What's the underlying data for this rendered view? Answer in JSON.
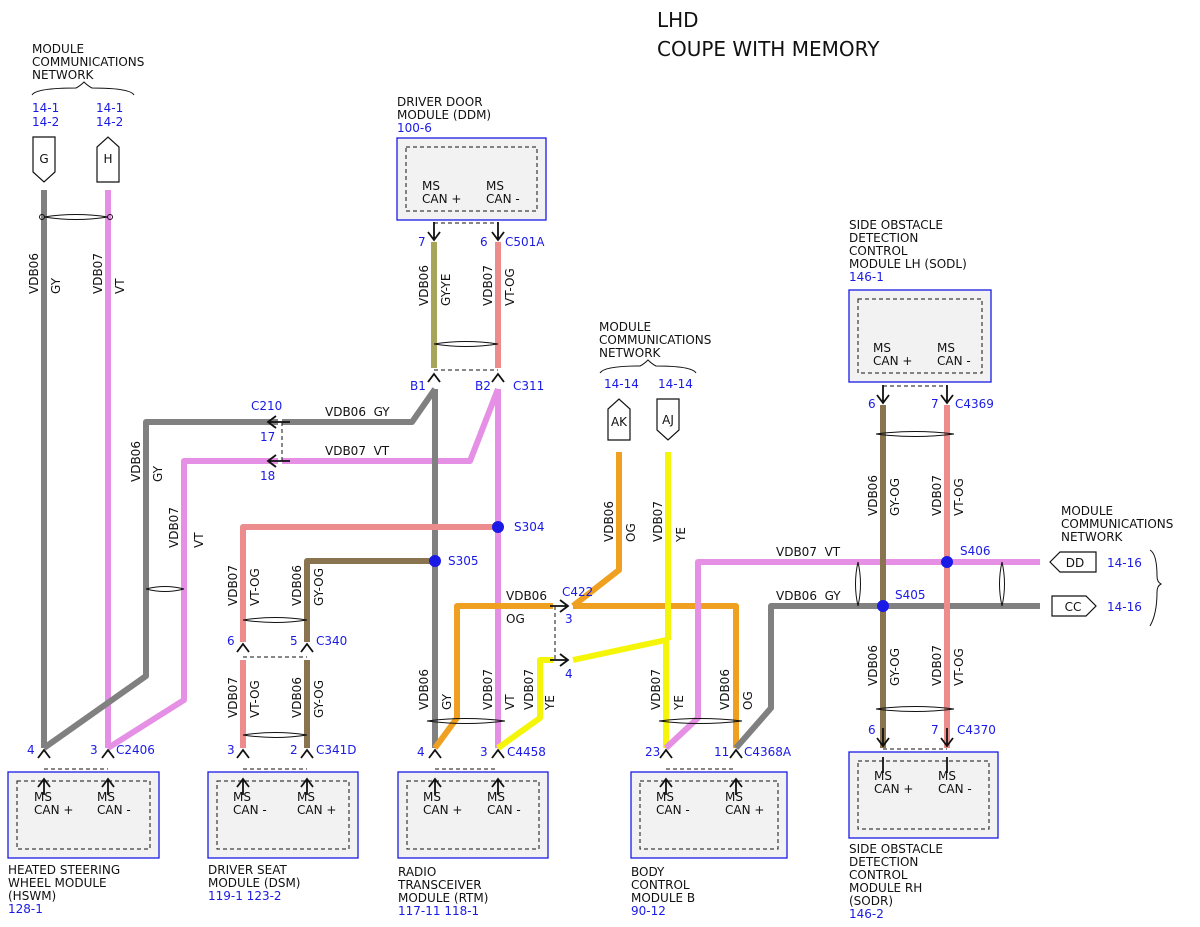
{
  "title_lines": [
    "LHD",
    "COUPE WITH MEMORY"
  ],
  "colors": {
    "GY": "#808080",
    "VT": "#e58fe5",
    "YE": "#f5f50a",
    "OG": "#f0a020",
    "GY-YE": "#a7a55a",
    "VT-OG": "#ec8c8c",
    "GY-OG": "#8a7450",
    "splice": "#1a1ae6",
    "link": "#1a1ae6"
  },
  "mcn_top": {
    "label_lines": [
      "MODULE",
      "COMMUNICATIONS",
      "NETWORK"
    ],
    "refs": [
      [
        "14-1",
        "14-2"
      ],
      [
        "14-1",
        "14-2"
      ]
    ],
    "connectors": [
      "G",
      "H"
    ]
  },
  "mcn_mid": {
    "label_lines": [
      "MODULE",
      "COMMUNICATIONS",
      "NETWORK"
    ],
    "refs": [
      "14-14",
      "14-14"
    ],
    "connectors": [
      "AK",
      "AJ"
    ]
  },
  "mcn_right": {
    "label_lines": [
      "MODULE",
      "COMMUNICATIONS",
      "NETWORK"
    ],
    "connectors": [
      "DD",
      "CC"
    ],
    "refs": [
      "14-16",
      "14-16"
    ]
  },
  "ddm": {
    "label_lines": [
      "DRIVER DOOR",
      "MODULE (DDM)"
    ],
    "ref": "100-6",
    "pins": [
      [
        "MS",
        "CAN +"
      ],
      [
        "MS",
        "CAN -"
      ]
    ],
    "pin_nums": [
      "7",
      "6"
    ],
    "connector": "C501A"
  },
  "sodl": {
    "label_lines": [
      "SIDE OBSTACLE",
      "DETECTION",
      "CONTROL",
      "MODULE LH (SODL)"
    ],
    "ref": "146-1",
    "pins": [
      [
        "MS",
        "CAN +"
      ],
      [
        "MS",
        "CAN -"
      ]
    ],
    "pin_nums": [
      "6",
      "7"
    ],
    "connector": "C4369"
  },
  "sodr": {
    "label_lines": [
      "SIDE OBSTACLE",
      "DETECTION",
      "CONTROL",
      "MODULE RH",
      "(SODR)"
    ],
    "ref": "146-2",
    "pins": [
      [
        "MS",
        "CAN +"
      ],
      [
        "MS",
        "CAN -"
      ]
    ],
    "pin_nums": [
      "6",
      "7"
    ],
    "connector": "C4370"
  },
  "hswm": {
    "label_lines": [
      "HEATED STEERING",
      "WHEEL MODULE",
      "(HSWM)"
    ],
    "ref": "128-1",
    "pins": [
      [
        "MS",
        "CAN +"
      ],
      [
        "MS",
        "CAN -"
      ]
    ],
    "pin_nums": [
      "4",
      "3"
    ],
    "connector": "C2406"
  },
  "dsm": {
    "label_lines": [
      "DRIVER SEAT",
      "MODULE (DSM)"
    ],
    "ref": "119-1 123-2",
    "pins": [
      [
        "MS",
        "CAN -"
      ],
      [
        "MS",
        "CAN +"
      ]
    ],
    "pin_nums": [
      "3",
      "2"
    ],
    "connector": "C341D"
  },
  "rtm": {
    "label_lines": [
      "RADIO",
      "TRANSCEIVER",
      "MODULE (RTM)"
    ],
    "ref": "117-11 118-1",
    "pins": [
      [
        "MS",
        "CAN +"
      ],
      [
        "MS",
        "CAN -"
      ]
    ],
    "pin_nums": [
      "4",
      "3"
    ],
    "connector": "C4458"
  },
  "bcm": {
    "label_lines": [
      "BODY",
      "CONTROL",
      "MODULE B"
    ],
    "ref": "90-12",
    "pins": [
      [
        "MS",
        "CAN -"
      ],
      [
        "MS",
        "CAN +"
      ]
    ],
    "pin_nums": [
      "23",
      "11"
    ],
    "connector": "C4368A"
  },
  "connectors": {
    "c311": {
      "name": "C311",
      "pins": [
        "B1",
        "B2"
      ]
    },
    "c210": {
      "name": "C210",
      "pins": [
        "17",
        "18"
      ]
    },
    "c340": {
      "name": "C340",
      "pins": [
        "6",
        "5"
      ]
    },
    "c422": {
      "name": "C422",
      "pins": [
        "3",
        "4"
      ]
    }
  },
  "splices": [
    "S304",
    "S305",
    "S406",
    "S405"
  ],
  "wires": {
    "vdb06": "VDB06",
    "vdb07": "VDB07",
    "gy": "GY",
    "vt": "VT",
    "og": "OG",
    "ye": "YE",
    "gy_ye": "GY-YE",
    "vt_og": "VT-OG",
    "gy_og": "GY-OG",
    "h_vdb06_gy": "VDB06  GY",
    "h_vdb07_vt": "VDB07  VT"
  }
}
